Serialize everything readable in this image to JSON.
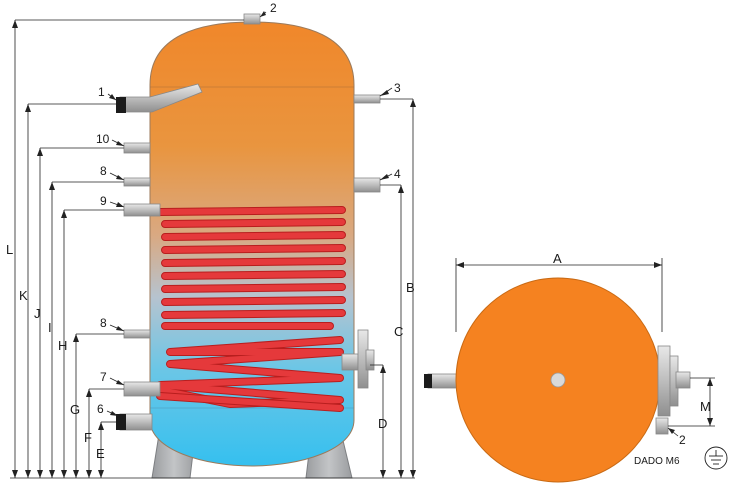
{
  "front_view": {
    "connection_labels": {
      "top_outlet": "2",
      "upper_left_pipe": "1",
      "right_upper": "3",
      "left_10": "10",
      "left_8_upper": "8",
      "right_4": "4",
      "left_9": "9",
      "left_8_lower": "8",
      "left_7": "7",
      "left_6": "6"
    },
    "dimension_labels": {
      "L": "L",
      "K": "K",
      "J": "J",
      "I": "I",
      "H": "H",
      "G": "G",
      "F": "F",
      "E": "E",
      "B": "B",
      "C": "C",
      "D": "D"
    }
  },
  "top_view": {
    "dimension_A": "A",
    "dimension_M": "M",
    "connection_2": "2",
    "nut_label": "DADO M6",
    "ground_symbol": "ground-icon"
  },
  "colors": {
    "tank_top": "#f0872a",
    "tank_bottom": "#3fc4ee",
    "coil": "#e03030",
    "top_view_body": "#f58220",
    "legs": "#a7a9ac"
  }
}
